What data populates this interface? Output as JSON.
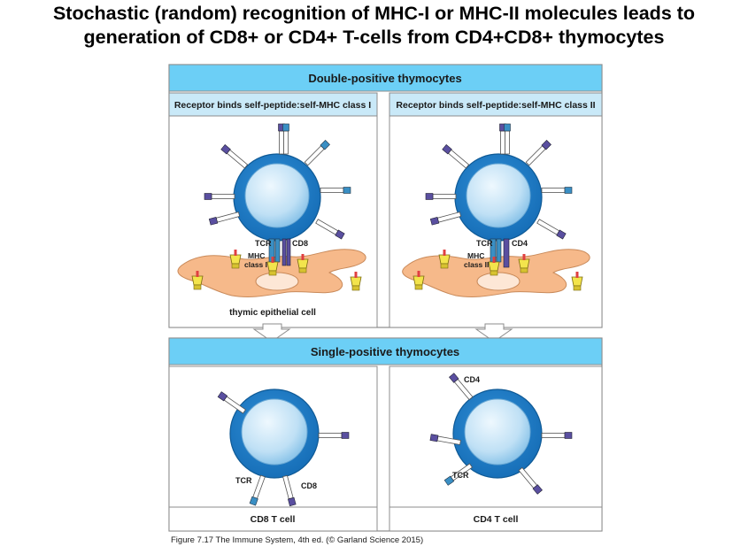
{
  "title": {
    "line1": "Stochastic (random) recognition of MHC-I or MHC-II molecules leads to",
    "line2": "generation of CD8+ or CD4+ T-cells from CD4+CD8+ thymocytes"
  },
  "top_panel": {
    "header": "Double-positive thymocytes",
    "left": {
      "subheader": "Receptor binds self-peptide:self-MHC class I",
      "tcr_label": "TCR",
      "coreceptor_label": "CD8",
      "mhc_label_line1": "MHC",
      "mhc_label_line2": "class I",
      "cell_label": "thymic epithelial cell"
    },
    "right": {
      "subheader": "Receptor binds self-peptide:self-MHC class II",
      "tcr_label": "TCR",
      "coreceptor_label": "CD4",
      "mhc_label_line1": "MHC",
      "mhc_label_line2": "class II"
    }
  },
  "bottom_panel": {
    "header": "Single-positive thymocytes",
    "left": {
      "tcr_label": "TCR",
      "coreceptor_label": "CD8",
      "footer": "CD8 T cell"
    },
    "right": {
      "tcr_label": "TCR",
      "coreceptor_label": "CD4",
      "footer": "CD4 T cell"
    }
  },
  "caption": "Figure 7.17 The Immune System, 4th ed. (© Garland Science 2015)",
  "colors": {
    "header_blue": "#6ccff6",
    "subheader_blue": "#c9e9f8",
    "border_gray": "#8c8c8c",
    "cell_blue": "#1f7fc8",
    "nucleus_light": "#cfe7f7",
    "epithelial_orange": "#f6b98a",
    "mhc_yellow": "#f6e64a",
    "cd8_purple": "#5a4fa0",
    "tcr_teal": "#2f8fc0"
  }
}
